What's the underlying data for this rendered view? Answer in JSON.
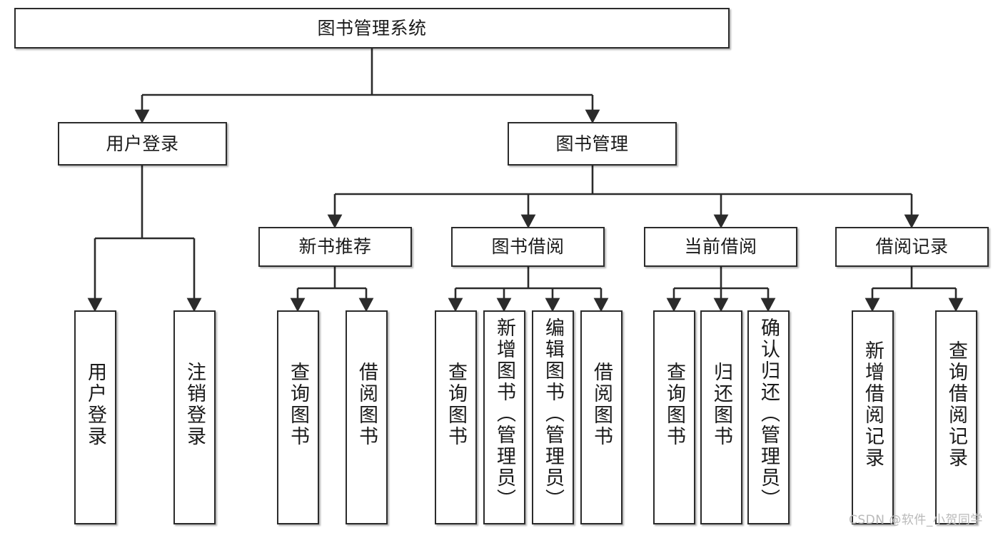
{
  "diagram": {
    "title": "图书管理系统",
    "root": {
      "id": "root",
      "label": "图书管理系统"
    },
    "level2": [
      {
        "id": "user-login",
        "label": "用户登录"
      },
      {
        "id": "book-manage",
        "label": "图书管理"
      }
    ],
    "level3": [
      {
        "id": "new-book-recommend",
        "label": "新书推荐"
      },
      {
        "id": "book-borrow",
        "label": "图书借阅"
      },
      {
        "id": "current-borrow",
        "label": "当前借阅"
      },
      {
        "id": "borrow-record",
        "label": "借阅记录"
      }
    ],
    "leaves": [
      {
        "id": "leaf-user-login",
        "label": "用户登录",
        "parent": "user-login"
      },
      {
        "id": "leaf-logout-login",
        "label": "注销登录",
        "parent": "user-login"
      },
      {
        "id": "leaf-query-book-1",
        "label": "查询图书",
        "parent": "new-book-recommend"
      },
      {
        "id": "leaf-borrow-book-1",
        "label": "借阅图书",
        "parent": "new-book-recommend"
      },
      {
        "id": "leaf-query-book-2",
        "label": "查询图书",
        "parent": "book-borrow"
      },
      {
        "id": "leaf-add-book",
        "label": "新增图书（管理员）",
        "parent": "book-borrow"
      },
      {
        "id": "leaf-edit-book",
        "label": "编辑图书（管理员）",
        "parent": "book-borrow"
      },
      {
        "id": "leaf-borrow-book-2",
        "label": "借阅图书",
        "parent": "book-borrow"
      },
      {
        "id": "leaf-query-book-3",
        "label": "查询图书",
        "parent": "current-borrow"
      },
      {
        "id": "leaf-return-book",
        "label": "归还图书",
        "parent": "current-borrow"
      },
      {
        "id": "leaf-confirm-return",
        "label": "确认归还（管理员）",
        "parent": "current-borrow"
      },
      {
        "id": "leaf-add-record",
        "label": "新增借阅记录",
        "parent": "borrow-record"
      },
      {
        "id": "leaf-query-record",
        "label": "查询借阅记录",
        "parent": "borrow-record"
      }
    ],
    "watermark": "CSDN @软件_小贺同学",
    "colors": {
      "border": "#2b2b2b",
      "text": "#1a1a1a",
      "background": "#ffffff",
      "watermark": "#b9b9b9"
    }
  }
}
